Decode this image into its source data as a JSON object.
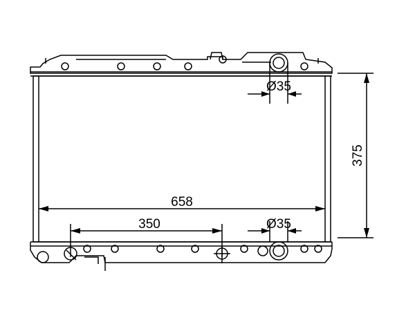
{
  "dimensions": {
    "width": "658",
    "height": "375",
    "inlet_offset": "350",
    "top_pipe_diameter": "Ø35",
    "bottom_pipe_diameter": "Ø35"
  },
  "colors": {
    "line": "#000000",
    "background": "#ffffff"
  }
}
